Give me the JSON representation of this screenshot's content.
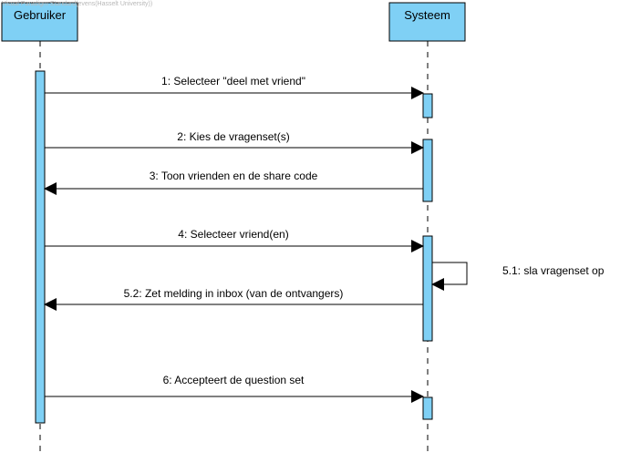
{
  "watermark": "Visual Paradigm Standard(evens(Hasselt University))",
  "colors": {
    "box_fill": "#7fd0f5",
    "activation_fill": "#7fd0f5",
    "stroke": "#000000",
    "lifeline": "#000000"
  },
  "participants": [
    {
      "id": "gebruiker",
      "label": "Gebruiker"
    },
    {
      "id": "systeem",
      "label": "Systeem"
    }
  ],
  "messages": [
    {
      "id": "m1",
      "label": "1: Selecteer \"deel met vriend\"",
      "from": "gebruiker",
      "to": "systeem",
      "type": "sync"
    },
    {
      "id": "m2",
      "label": "2: Kies de vragenset(s)",
      "from": "gebruiker",
      "to": "systeem",
      "type": "sync"
    },
    {
      "id": "m3",
      "label": "3: Toon vrienden en de share code",
      "from": "systeem",
      "to": "gebruiker",
      "type": "sync"
    },
    {
      "id": "m4",
      "label": "4: Selecteer vriend(en)",
      "from": "gebruiker",
      "to": "systeem",
      "type": "sync"
    },
    {
      "id": "m51",
      "label": "5.1: sla vragenset op",
      "from": "systeem",
      "to": "systeem",
      "type": "self"
    },
    {
      "id": "m52",
      "label": "5.2: Zet melding in inbox (van de ontvangers)",
      "from": "systeem",
      "to": "gebruiker",
      "type": "sync"
    },
    {
      "id": "m6",
      "label": "6: Accepteert de question set",
      "from": "gebruiker",
      "to": "systeem",
      "type": "sync"
    }
  ]
}
